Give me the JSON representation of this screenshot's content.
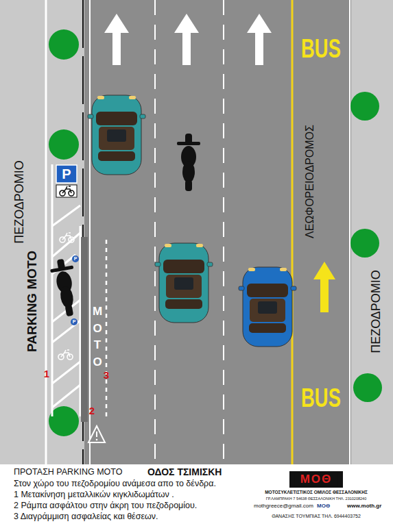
{
  "diagram": {
    "title": "ΠΡΟΤΑΣΗ  PARKING MOTO",
    "caption": "Στον χώρο του πεζοδρομίου ανάμεσα απο το δένδρα.",
    "labels": [
      "ΠΕΖΟΔΡΟΜΙΟ",
      "PARKING MOTO",
      "P",
      "P",
      "P",
      "MOTO",
      "1",
      "2",
      "3",
      "BUS",
      "ΛΕΩΦΟΡΕΙΟΔΡΟΜΟΣ",
      "BUS",
      "ΠΕΖΟΔΡΟΜΙΟ",
      "ΟΔΟΣ ΤΣΙΜΙΣΚΗ",
      "1 Μετακίνηση μεταλλικών κιγκλιδωμάτων .",
      "2 Ράμπα ασφάλτου στην άκρη του πεζοδρομίου.",
      "3 Διαγράμμιση ασφαλείας και θέσεων.",
      "ΜΟΘ",
      "ΜΟΤΟΣΥΚΛΕΤΙΣΤΙΚΟΣ ΟΜΙΛΟΣ ΘΕΣΣΑΛΟΝΙΚΗΣ",
      "ΓΡ.ΛΑΜΠΡΑΚΗ 7 54638 ΘΕΣΣΑΛΟΝΙΚΗ ΤΗΛ. 2310208240",
      "mothgreece@gmail.com",
      "ΜΟΘ",
      "www.moth.gr",
      "ΘΑΝΑΣΗΣ ΤΟΥΜΠΙΑΣ ΤΗΛ. 6944403752"
    ]
  }
}
